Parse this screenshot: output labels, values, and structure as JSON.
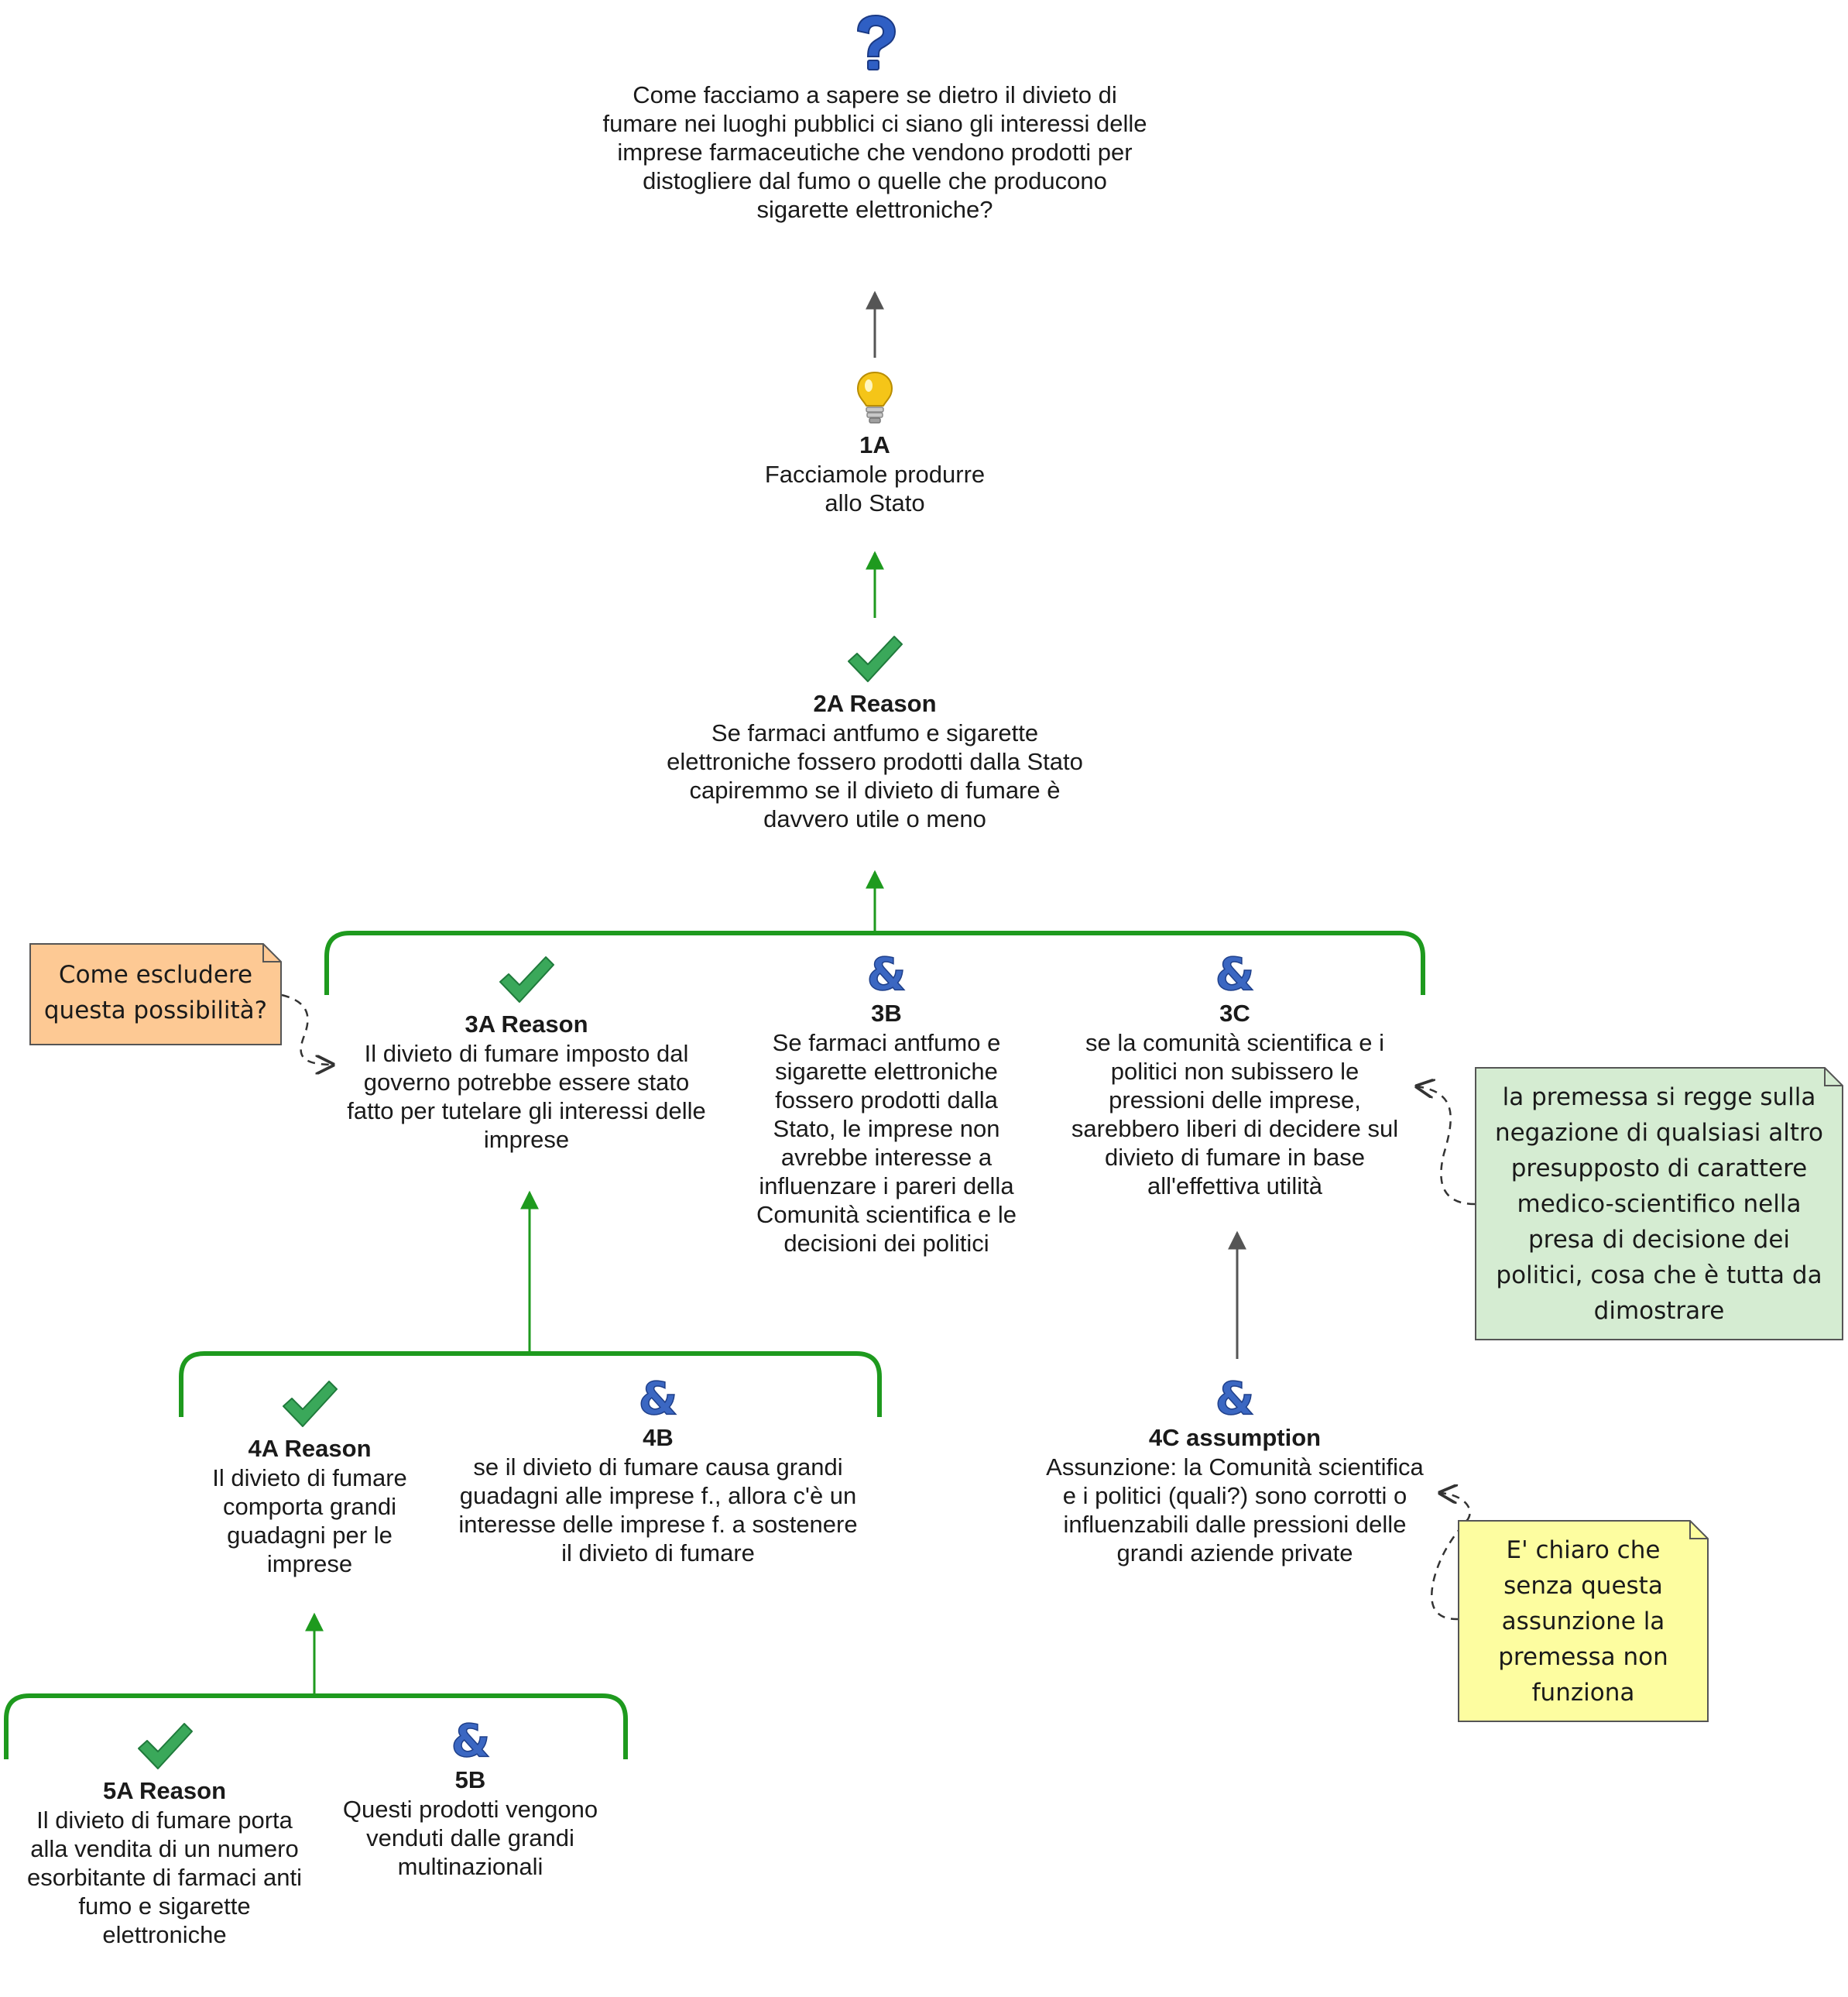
{
  "question": {
    "icon": "question-mark-icon",
    "text": "Come facciamo a sapere se dietro il divieto di fumare nei luoghi pubblici ci siano gli interessi delle imprese farmaceutiche che vendono prodotti per distogliere dal fumo o quelle che producono sigarette elettroniche?"
  },
  "nodes": {
    "n1A": {
      "icon": "lightbulb-icon",
      "title": "1A",
      "text": "Facciamole produrre allo Stato"
    },
    "n2A": {
      "icon": "checkmark-icon",
      "title": "2A   Reason",
      "text": "Se farmaci antfumo e sigarette elettroniche  fossero prodotti dalla Stato capiremmo se il divieto di fumare è davvero utile o meno"
    },
    "n3A": {
      "icon": "checkmark-icon",
      "title": "3A   Reason",
      "text": "Il divieto di fumare  imposto dal governo potrebbe essere stato fatto per tutelare gli interessi delle imprese"
    },
    "n3B": {
      "icon": "ampersand-icon",
      "title": "3B",
      "text": "Se farmaci antfumo e sigarette elettroniche fossero prodotti dalla Stato, le imprese non avrebbe interesse a influenzare i pareri della Comunità scientifica e le decisioni dei politici"
    },
    "n3C": {
      "icon": "ampersand-icon",
      "title": "3C",
      "text": "se la comunità scientifica e i politici non subissero le pressioni delle imprese, sarebbero liberi di decidere sul divieto di fumare in base all'effettiva utilità"
    },
    "n4A": {
      "icon": "checkmark-icon",
      "title": "4A   Reason",
      "text": "Il divieto di fumare comporta grandi guadagni per le imprese"
    },
    "n4B": {
      "icon": "ampersand-icon",
      "title": "4B",
      "text": "se il divieto di fumare causa grandi guadagni alle imprese f., allora c'è un interesse delle imprese f. a sostenere il divieto di fumare"
    },
    "n4C": {
      "icon": "ampersand-icon",
      "title": "4C   assumption",
      "text": "Assunzione: la Comunità scientifica e i politici (quali?) sono corrotti o influenzabili dalle pressioni delle grandi aziende private"
    },
    "n5A": {
      "icon": "checkmark-icon",
      "title": "5A   Reason",
      "text": "Il divieto di fumare porta alla vendita di un numero esorbitante di farmaci anti fumo e sigarette elettroniche"
    },
    "n5B": {
      "icon": "ampersand-icon",
      "title": "5B",
      "text": "Questi prodotti vengono venduti dalle grandi multinazionali"
    }
  },
  "notes": {
    "orange": {
      "text": "Come escludere questa possibilità?",
      "fill": "#fdc994"
    },
    "green": {
      "text": "la premessa si regge sulla negazione di qualsiasi altro presupposto di carattere medico-scientifico nella presa di decisione  dei politici, cosa che è tutta da dimostrare",
      "fill": "#d5ecd2"
    },
    "yellow": {
      "text": "E' chiaro che senza questa assunzione la premessa non funziona",
      "fill": "#fdfda0"
    }
  },
  "colors": {
    "green_link": "#1e9a1e",
    "gray_link": "#555555",
    "checkmark": "#3aa85a",
    "ampersand": "#3b67c2",
    "question": "#2f5fc4",
    "bulb": "#f5c518"
  }
}
